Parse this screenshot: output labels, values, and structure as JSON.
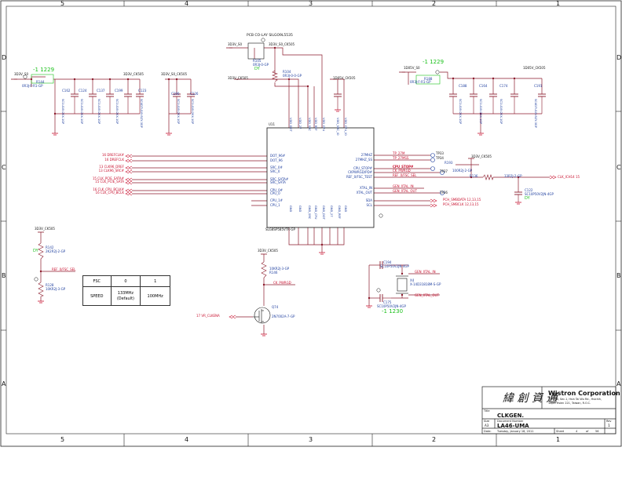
{
  "grid": {
    "columns_top": [
      "5",
      "4",
      "3",
      "2",
      "1"
    ],
    "columns_bottom": [
      "5",
      "4",
      "3",
      "2",
      "1"
    ],
    "rows": [
      "D",
      "C",
      "B",
      "A"
    ]
  },
  "top_note": "PCB CO-LAY SILGO9L5535",
  "change_notes": {
    "left": "-1 1229",
    "right": "-1 1229",
    "bottom": "-1 1230"
  },
  "power_rails": {
    "p3v_s0_left": "3D3V_S0",
    "p3v_s0_cap": "3D3V_CK505",
    "p3v_s0_cap2": "3D3V_S0_CK505",
    "p3v_top_a": "3D3V_S0",
    "p3v_top_b": "3D3V_S0_CK505",
    "p3v_mid_a": "3D3V_CK505",
    "p3v_mid_b": "1D05V_CK505",
    "p3v_right_a": "1D05V_S0",
    "p3v_right_b": "1D05V_CK505",
    "p3v_right_c": "3D3V_CK505",
    "p3v_lower_a": "3D3V_CK505",
    "p3v_lower_b": "3D3V_CK505"
  },
  "parts": {
    "r_left": {
      "ref": "R144",
      "val": "0R3J-F-R1-GP"
    },
    "r_top1": {
      "ref": "R105",
      "val": "0R3J-0-GP"
    },
    "r_top2": {
      "ref": "R104",
      "val": "0R3J-0-0-GP"
    },
    "r_right": {
      "ref": "R188",
      "val": "0R3J-F-R1-GP"
    },
    "r_fsc1": {
      "ref": "R142",
      "val": "2K2R2J-2-GP"
    },
    "r_fsc2": {
      "ref": "R128",
      "val": "10KR2J-3-GP"
    },
    "r_pd": {
      "ref": "R146",
      "val": "10KR2J-3-GP"
    },
    "r_cpu": {
      "ref": "R136",
      "val": "33R2J-2-GP"
    },
    "r_cpu2": {
      "ref": "R193",
      "val": "100R2J-2-GP"
    },
    "q": {
      "ref": "Q74",
      "val": "2N7002A-7-GP"
    },
    "x": {
      "ref": "X4",
      "val": "X-14D31818M-S-GP"
    },
    "c_x1": {
      "ref": "C194",
      "val": "SC10P50V2JN-4GP"
    },
    "c_x2": {
      "ref": "C175",
      "val": "SC10P50V2JN-4GP"
    },
    "c_cpu": {
      "ref": "C122",
      "val": "SC10P50V2JN-4GP"
    },
    "u": {
      "ref": "U11",
      "val": "SLG8SP585VTR-GP"
    }
  },
  "caps_left": [
    {
      "ref": "C162",
      "val": "SC1U10V2KX-1GP"
    },
    {
      "ref": "C124",
      "val": "SC1U10V2KX-1GP"
    },
    {
      "ref": "C137",
      "val": "SC1U10V2KX-1GP"
    },
    {
      "ref": "C199",
      "val": "SC1U10V2KX-1GP"
    },
    {
      "ref": "C123",
      "val": "SC4D7U10V5ZY-3GP"
    },
    {
      "ref": "C190",
      "val": "SC1U10V2KX-1GP"
    },
    {
      "ref": "C126",
      "val": "SC1U10V2KX-1GP"
    }
  ],
  "caps_right": [
    {
      "ref": "C188",
      "val": "SC1U10V2KX-1GP"
    },
    {
      "ref": "C164",
      "val": "SC1U10V2KX-1GP"
    },
    {
      "ref": "C174",
      "val": "SC1U10V2KX-1GP"
    },
    {
      "ref": "C191",
      "val": "SC4D7U10V5ZY-3GP"
    }
  ],
  "left_nets": [
    "16 DREFCLK#",
    "16 DREFCLK",
    "13 CLK96_DREF",
    "13 CLK96_SRC#",
    "15 CLK_PCIE_SATA#",
    "15 CLK_PCIE_SATA",
    "16 CLK_CPU_BCLK#",
    "16 CLK_CPU_BCLK"
  ],
  "chip_left_pins": [
    "DOT_96#",
    "DOT_96",
    "SRC_0#",
    "SRC_0",
    "SRC_SATA#",
    "SRC_SATA",
    "CPU_0#",
    "CPU_0",
    "CPU_1#",
    "CPU_1"
  ],
  "chip_top_pins": [
    "VDD_DOT",
    "VDD_27",
    "VDD_SRC",
    "VDD_REF",
    "VDD_CPU",
    "VDD_SRC_IO",
    "VDD_CPU_IO"
  ],
  "chip_bottom_pins": [
    "GND",
    "GND",
    "GND_SRC",
    "GND_CPU",
    "GND_DOT",
    "GND_27",
    "GND_REF",
    "GND"
  ],
  "chip_right_pins": [
    "27MHZ",
    "27MHZ_SS",
    "CPU_STOP#",
    "CKPWRGD/PD#",
    "REF_0/FSC_TEST",
    "XTAL_IN",
    "XTAL_OUT",
    "SDA",
    "SCL"
  ],
  "right_nets": [
    "TP_27M",
    "TP_27MSS",
    "CPU_STOP#",
    "CK_PWRGD",
    "REF_0/FSC_SEL",
    "GEN_XTAL_IN",
    "GEN_XTAL_OUT",
    "PCH_SMBDATA  12,13,15",
    "PCH_SMBCLK   12,13,15",
    "CLK_ICH14   15"
  ],
  "test_points": [
    "TP33",
    "TP34",
    "TP37",
    "TP36"
  ],
  "fsc_net": "REF_0/FSC_SEL",
  "pd_net": "CK_PWRGD",
  "gate_net": "17 VR_CLKENA",
  "xtal_nets": [
    "GEN_XTAL_IN",
    "GEN_XTAL_OUT"
  ],
  "dy_marks": [
    "DY",
    "DY",
    "DY"
  ],
  "fsc_table": {
    "head": [
      "FSC",
      "0",
      "1"
    ],
    "row": [
      "SPEED",
      "133MHz\n(Default)",
      "100MHz"
    ]
  },
  "title_block": {
    "logo": "緯 創 資 通",
    "company": "Wistron Corporation",
    "addr1": "21F, 88, Sec.1, Hsin Tai Wu Rd., Hsichih,",
    "addr2": "Taipei Hsien 221, Taiwan, R.O.C.",
    "title_label": "Title",
    "title": "CLKGEN.",
    "size_label": "Size",
    "size": "A3",
    "doc_label": "Document Number",
    "doc": "LA46-UMA",
    "rev_label": "Rev",
    "rev": "1",
    "date_label": "Date:",
    "date": "Tuesday, January 18, 2011",
    "sheet_label": "Sheet",
    "sheet": "4",
    "of_label": "of",
    "sheet_total": "56"
  }
}
